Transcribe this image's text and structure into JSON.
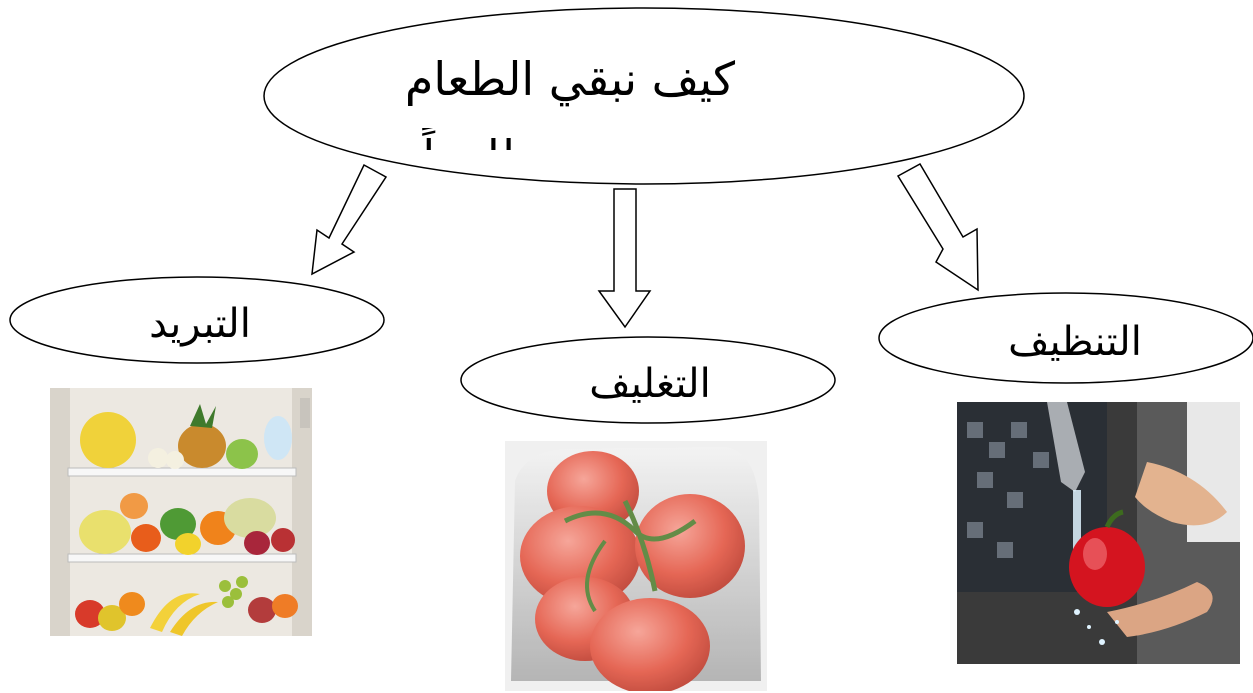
{
  "title": {
    "line1": "كيف نبقي الطعام",
    "line2": "طازجاً"
  },
  "methods": [
    {
      "label": "التبريد",
      "image": "fridge-with-fruits"
    },
    {
      "label": "التغليف",
      "image": "tomatoes-in-plastic-wrap"
    },
    {
      "label": "التنظيف",
      "image": "washing-pepper-under-tap"
    }
  ]
}
